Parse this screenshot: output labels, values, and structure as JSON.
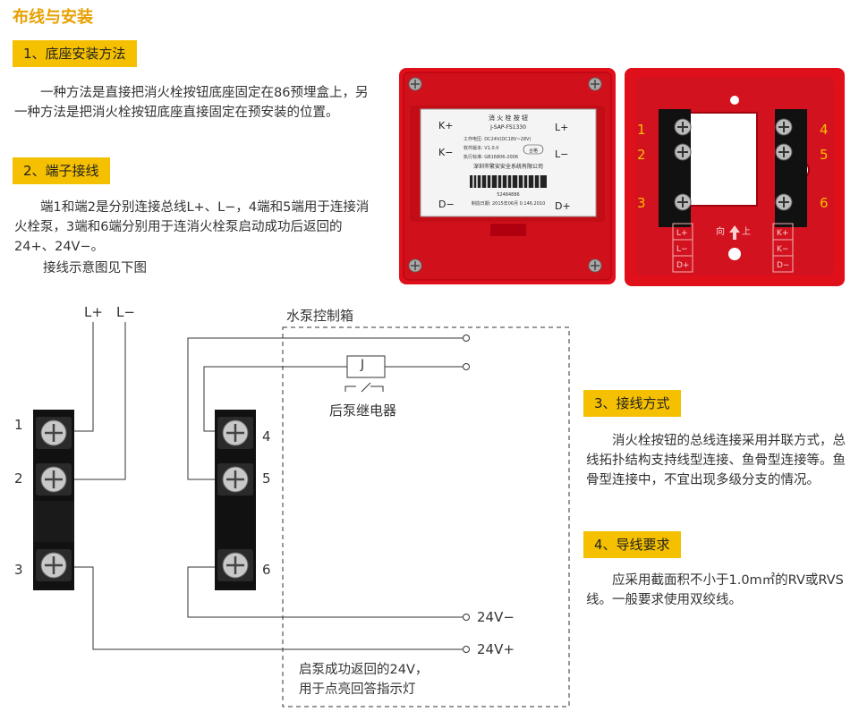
{
  "page_title": "布线与安装",
  "sections": {
    "base_install": {
      "label": "1、底座安装方法",
      "text": "一种方法是直接把消火栓按钮底座固定在86预埋盒上，另一种方法是把消火栓按钮底座直接固定在预安装的位置。"
    },
    "terminal": {
      "label": "2、端子接线",
      "text": "端1和端2是分别连接总线L+、L−，4端和5端用于连接消火栓泵，3端和6端分别用于连消火栓泵启动成功后返回的24+、24V−。",
      "note": "接线示意图见下图"
    },
    "wiring_mode": {
      "label": "3、接线方式",
      "text": "消火栓按钮的总线连接采用并联方式，总线拓扑结构支持线型连接、鱼骨型连接等。鱼骨型连接中，不宜出现多级分支的情况。"
    },
    "wire_req": {
      "label": "4、导线要求",
      "text": "应采用截面积不小于1.0m㎡的RV或RVS线。一般要求使用双绞线。"
    }
  },
  "product_front": {
    "left_labels": [
      "K+",
      "K−",
      "D−"
    ],
    "right_labels": [
      "L+",
      "L−",
      "D+"
    ],
    "label_title": "消 火 栓 按 钮",
    "model": "J-SAP-FS1330",
    "lines": [
      "工作电压: DC24V(DC18V~28V)",
      "软件版本: V1.0.0",
      "执行标准: GB16806-2006"
    ],
    "certified": "合格",
    "company": "深圳市繁安安全系统有限公司",
    "barcode_no": "52484886",
    "date_line": "制造日期: 2015年06月  0.146.2010"
  },
  "product_back": {
    "left_nums": [
      "1",
      "2",
      "3"
    ],
    "right_nums": [
      "4",
      "5",
      "6"
    ],
    "left_table": [
      "L+",
      "L−",
      "D+"
    ],
    "right_table": [
      "K+",
      "K−",
      "D−"
    ],
    "direction": "向",
    "direction2": "上"
  },
  "diagram": {
    "bus_labels": [
      "L+",
      "L−"
    ],
    "box_label": "水泵控制箱",
    "relay_symbol": "J",
    "relay_label": "后泵继电器",
    "left_terminal_nums": [
      "1",
      "2",
      "3"
    ],
    "right_terminal_nums": [
      "4",
      "5",
      "6"
    ],
    "v_minus": "24V−",
    "v_plus": "24V+",
    "note_line1": "启泵成功返回的24V，",
    "note_line2": "用于点亮回答指示灯"
  },
  "colors": {
    "accent": "#f5c000",
    "title": "#e8a000",
    "red": "#e0101a"
  }
}
